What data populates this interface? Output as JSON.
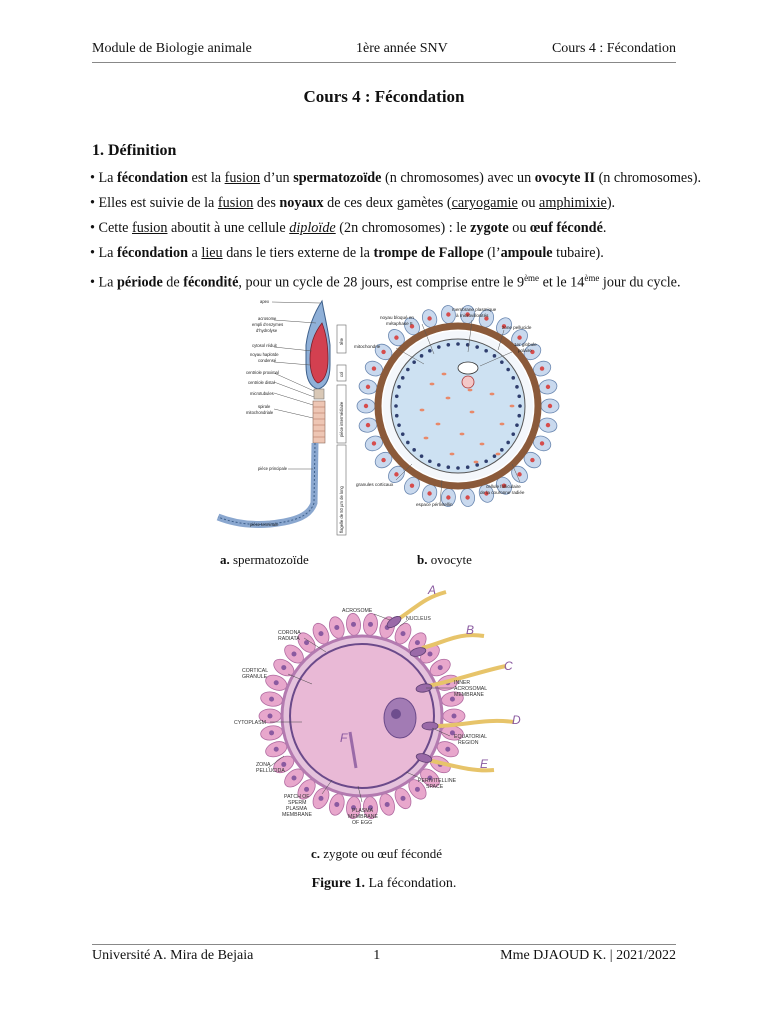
{
  "header": {
    "left": "Module de Biologie animale",
    "center": "1ère année SNV",
    "right": "Cours 4 : Fécondation"
  },
  "title": "Cours 4 : Fécondation",
  "section": "1. Définition",
  "bullets": {
    "b1": {
      "p1": "• La ",
      "p2": "fécondation",
      "p3": " est la ",
      "p4": "fusion",
      "p5": " d’un ",
      "p6": "spermatozoïde",
      "p7": " (n chromosomes) avec un ",
      "p8": "ovocyte II",
      "p9": " (n chromosomes)."
    },
    "b2": {
      "p1": "• Elles est suivie de la ",
      "p2": "fusion",
      "p3": " des ",
      "p4": "noyaux",
      "p5": " de ces deux gamètes (",
      "p6": "caryogamie",
      "p7": " ou ",
      "p8": "amphimixie",
      "p9": ")."
    },
    "b3": {
      "p1": "• Cette ",
      "p2": "fusion",
      "p3": " aboutit à une cellule ",
      "p4": "diploïde",
      "p5": " (2n chromosomes) : le ",
      "p6": "zygote",
      "p7": " ou ",
      "p8": "œuf fécondé",
      "p9": "."
    },
    "b4": {
      "p1": "• La ",
      "p2": "fécondation",
      "p3": " a ",
      "p4": "lieu",
      "p5": " dans le tiers externe de la ",
      "p6": "trompe de Fallope",
      "p7": " (l’",
      "p8": "ampoule",
      "p9": " tubaire)."
    },
    "b5": {
      "p1": "• La ",
      "p2": "période",
      "p3": " de ",
      "p4": "fécondité",
      "p5": ", pour un cycle de 28 jours, est comprise entre le 9",
      "p6": "ème",
      "p7": " et le 14",
      "p8": "ème",
      "p9": " jour du cycle."
    }
  },
  "fig_a": {
    "letter": "a.",
    "caption": "spermatozoïde",
    "labels": {
      "apex": "apex",
      "acrosome": "acrosome",
      "acrosome2": "empli d’enzymes",
      "acrosome3": "d’hydrolyse",
      "cytosol": "cytosol réduit",
      "noyau": "noyau haploïde",
      "noyau2": "condensé",
      "cprox": "centriole proximal",
      "cdist": "centriole distal",
      "micro": "microtubules",
      "spirale": "spirale",
      "spirale2": "mitochondriale",
      "principale": "pièce principale",
      "terminale": "pièce terminale",
      "tete": "tête",
      "col": "col",
      "intermediaire": "pièce intermédiaire",
      "flagelle": "flagelle de 50 µm de long"
    }
  },
  "fig_b": {
    "letter": "b.",
    "caption": "ovocyte",
    "labels": {
      "noyau": "noyau bloqué en",
      "noyau2": "métaphase II",
      "membrane": "membrane plasmique",
      "membrane2": "à microvillosités",
      "pellucide": "zone pellucide",
      "globule": "1er globule",
      "globule2": "polaire",
      "mito": "mitochondrie",
      "granules": "granules corticaux",
      "folli": "cellule folliculaire",
      "folli2": "de la couronne radiée",
      "peri": "espace périvitellin"
    }
  },
  "fig_c": {
    "letter": "c.",
    "caption": "zygote ou œuf fécondé",
    "labels": {
      "acrosome": "ACROSOME",
      "nucleus": "NUCLEUS",
      "corona": "CORONA",
      "corona2": "RADIATA",
      "cortical": "CORTICAL",
      "cortical2": "GRANULE",
      "inner": "INNER",
      "inner2": "ACROSOMAL",
      "inner3": "MEMBRANE",
      "cyto": "CYTOPLASM",
      "equa": "EQUATORIAL",
      "equa2": "REGION",
      "zona": "ZONA",
      "zona2": "PELLUCIDA",
      "peri": "PERIVITELLINE",
      "peri2": "SPACE",
      "patch": "PATCH OF",
      "patch2": "SPERM",
      "patch3": "PLASMA",
      "patch4": "MEMBRANE",
      "plasma": "PLASMA",
      "plasma2": "MEMBRANE",
      "plasma3": "OF EGG",
      "A": "A",
      "B": "B",
      "C": "C",
      "D": "D",
      "E": "E",
      "F": "F"
    }
  },
  "figure": {
    "label": "Figure 1.",
    "text": " La fécondation."
  },
  "footer": {
    "left": "Université A. Mira de Bejaia",
    "center": "1",
    "right": "Mme DJAOUD K. | 2021/2022"
  },
  "colors": {
    "ovocyte_ring": "#8b5a3a",
    "corona": "#c9d9ee",
    "zygote_pink": "#e8a7cc",
    "sperm_tail": "#e7c46a",
    "sperm_head": "#9a6aa8"
  }
}
